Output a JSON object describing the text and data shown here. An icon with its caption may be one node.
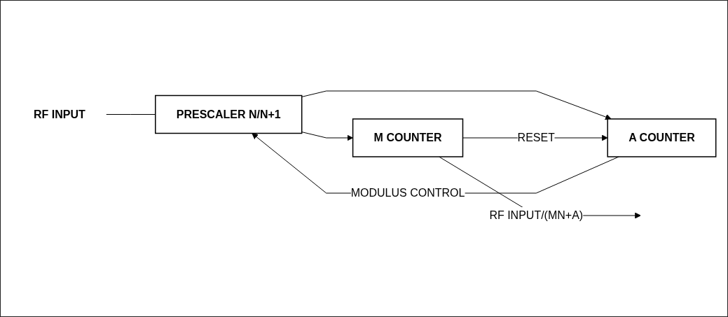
{
  "diagram": {
    "nodes": [
      {
        "text": [
          "RF INPUT"
        ]
      },
      {
        "text": [
          "PRESCALER N/N+1"
        ]
      },
      {
        "text": [
          "A COUNTER"
        ]
      },
      {
        "text": [
          "M COUNTER"
        ]
      }
    ],
    "edges": [
      {
        "from": 0,
        "to": 1,
        "arrow": "none"
      },
      {
        "from": 1,
        "to": 2,
        "arrow": "to"
      },
      {
        "from": 1,
        "to": 3,
        "arrow": "to"
      },
      {
        "from": 2,
        "to": 1,
        "arrow": "to",
        "label": "MODULUS CONTROL"
      },
      {
        "from": 3,
        "to": 2,
        "arrow": "to",
        "label": "RESET"
      },
      {
        "from": 3,
        "to": null,
        "arrow": "to",
        "label": "RF INPUT/(MN+A)"
      }
    ]
  }
}
